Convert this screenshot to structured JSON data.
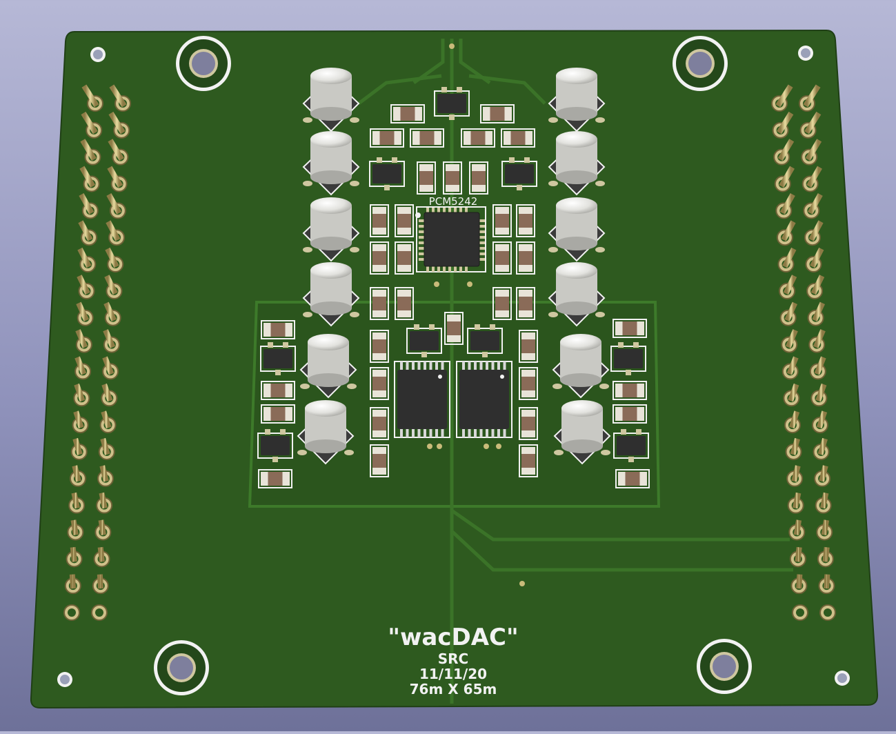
{
  "board": {
    "chip_label": "PCM5242",
    "title": "\"wacDAC\"",
    "subtitle": "SRC",
    "date": "11/11/20",
    "size": "76m X 65m"
  },
  "colors": {
    "background": "#a9abcc",
    "soldermask": "#2e5a1f",
    "soldermask_dark": "#24481a",
    "trace": "#356a24",
    "silkscreen": "#f2f2f2",
    "copper": "#d9c88a",
    "capacitor_cap": "#e6e6e3",
    "capacitor_base": "#3b3b3b",
    "ic_body": "#2f2f2f",
    "smd_body": "#8a6b58"
  }
}
